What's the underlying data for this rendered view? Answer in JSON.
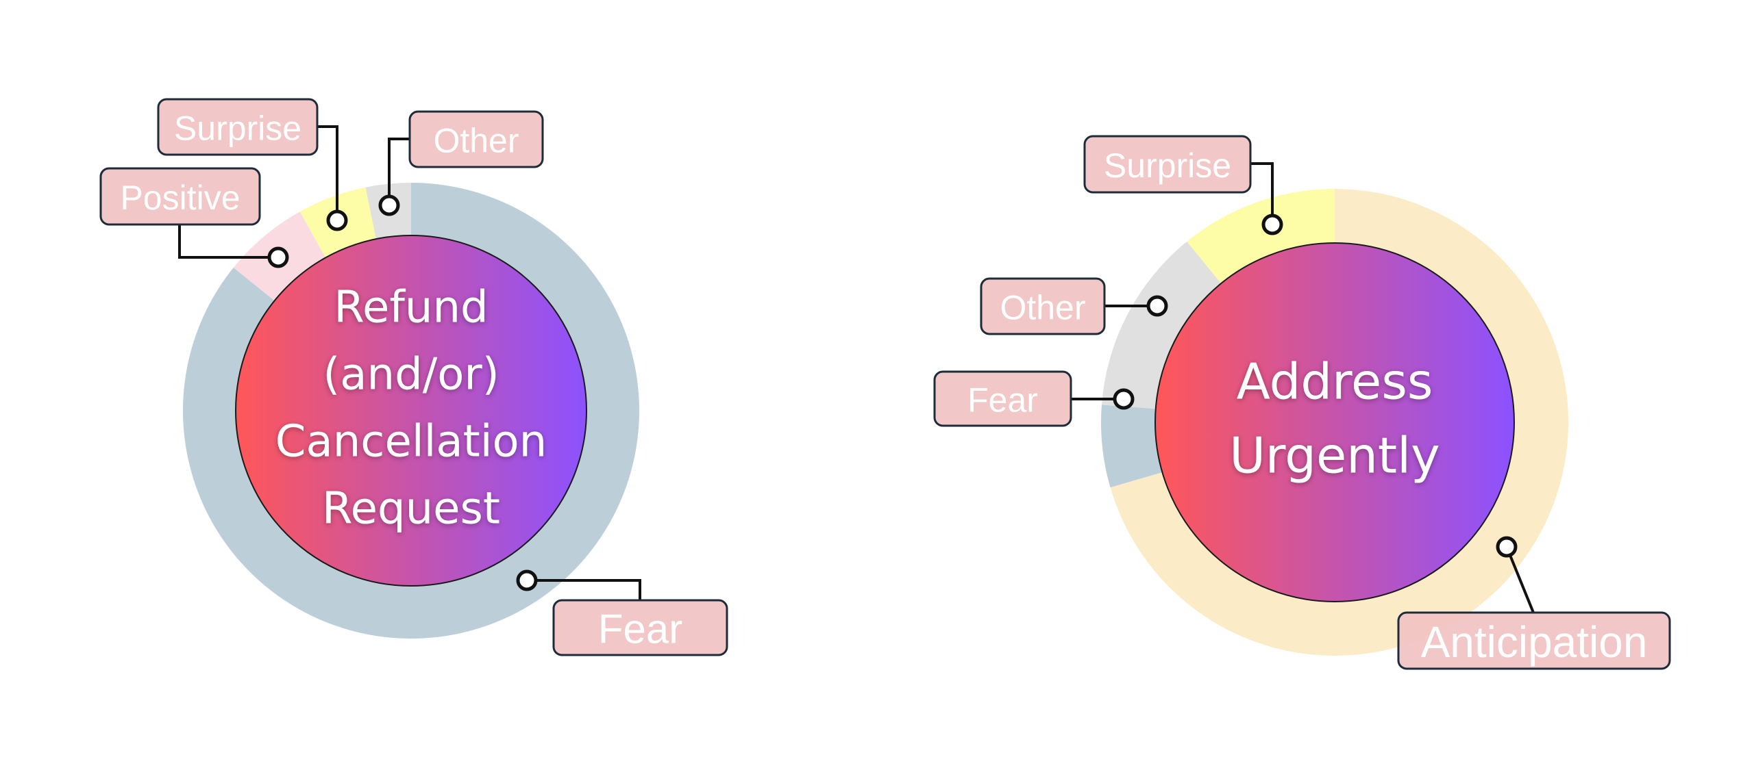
{
  "chart_data": [
    {
      "type": "pie",
      "center_label": [
        "Refund",
        "(and/or)",
        "Cancellation",
        "Request"
      ],
      "slices": [
        {
          "label": "Fear",
          "value": 85.8,
          "color": "#bccfd8"
        },
        {
          "label": "Positive",
          "value": 6.1,
          "color": "#fbdbe2"
        },
        {
          "label": "Surprise",
          "value": 4.9,
          "color": "#fdfda8"
        },
        {
          "label": "Other",
          "value": 3.2,
          "color": "#e0e0e0"
        }
      ]
    },
    {
      "type": "pie",
      "center_label": [
        "Address",
        "Urgently"
      ],
      "slices": [
        {
          "label": "Anticipation",
          "value": 70.5,
          "color": "#fbebc6"
        },
        {
          "label": "Fear",
          "value": 5.7,
          "color": "#bccfd8"
        },
        {
          "label": "Other",
          "value": 12.9,
          "color": "#e0e0e0"
        },
        {
          "label": "Surprise",
          "value": 10.9,
          "color": "#fdfda8"
        }
      ]
    }
  ],
  "style": {
    "tag_fill": "#f0c2c2",
    "tag_stroke": "#1d2b3a",
    "gradient_start": "#ff5758",
    "gradient_end": "#8c52ff"
  }
}
